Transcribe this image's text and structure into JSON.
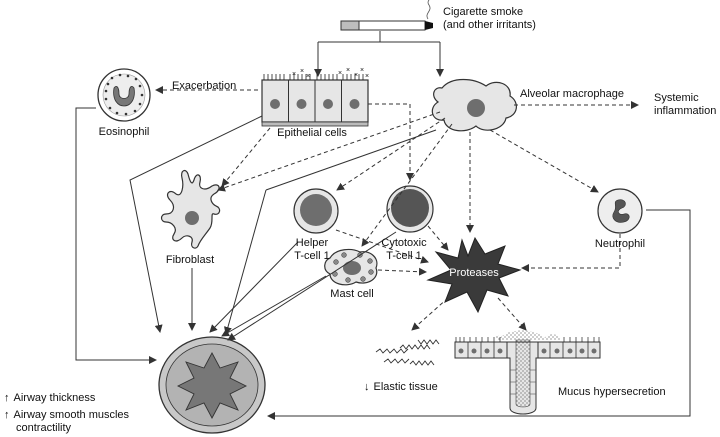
{
  "labels": {
    "smoke_line1": "Cigarette smoke",
    "smoke_line2": "(and other irritants)",
    "exacerbation": "Exacerbation",
    "eosinophil": "Eosinophil",
    "epithelial": "Epithelial cells",
    "macrophage": "Alveolar macrophage",
    "systemic_line1": "Systemic",
    "systemic_line2": "inflammation",
    "fibroblast": "Fibroblast",
    "helper_line1": "Helper",
    "helper_line2": "T-cell 1",
    "cytotoxic_line1": "Cytotoxic",
    "cytotoxic_line2": "T-cell 1",
    "neutrophil": "Neutrophil",
    "proteases": "Proteases",
    "mast": "Mast cell",
    "elastic": "Elastic tissue",
    "mucus": "Mucus hypersecretion",
    "airway_thickness": "Airway thickness",
    "smooth_line1": "Airway smooth muscles",
    "smooth_line2": "contractility"
  },
  "symbols": {
    "up_arrow": "↑",
    "down_arrow": "↓"
  },
  "colors": {
    "cell_fill": "#e6e6e6",
    "nucleus": "#6e6e6e",
    "star": "#3a3a3a",
    "line": "#333333"
  }
}
